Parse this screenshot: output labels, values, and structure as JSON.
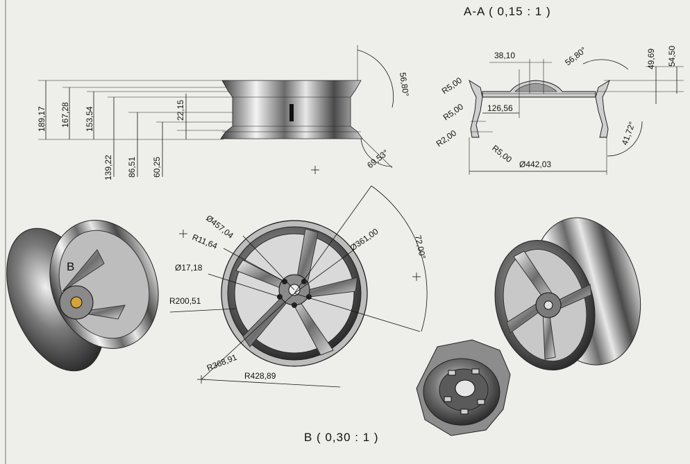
{
  "titles": {
    "section_aa": "A-A  ( 0,15 : 1 )",
    "detail_b": "B  ( 0,30 : 1 )",
    "detail_b_label": "B"
  },
  "side_view": {
    "dims": [
      "189,17",
      "167,28",
      "153,54",
      "139,22",
      "86,51",
      "60,25",
      "22,15",
      "56,80°",
      "69,53°"
    ]
  },
  "section_view": {
    "dims": [
      "38,10",
      "56,80°",
      "49,69",
      "54,50",
      "126,56",
      "R5,00",
      "R5,00",
      "R2,00",
      "R5,00",
      "Ø442,03",
      "41,72°"
    ]
  },
  "front_view": {
    "dims": [
      "Ø457,04",
      "R11,64",
      "Ø17,18",
      "R200,51",
      "R368,91",
      "R428,89",
      "Ø361,00",
      "72,00°"
    ]
  },
  "colors": {
    "background": "#eeeeea",
    "line": "#111111",
    "metal_dark": "#3a3a3a",
    "metal_light": "#f4f4f4"
  }
}
